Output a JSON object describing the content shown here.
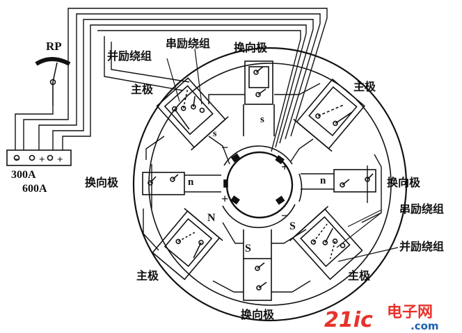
{
  "rheostat": {
    "label": "RP"
  },
  "meter": {
    "terminals": [
      "−",
      "+",
      "+"
    ],
    "range_low": "300A",
    "range_high": "600A"
  },
  "labels": {
    "main_pole": "主极",
    "commutating_pole": "换向极",
    "series_winding": "串励绕组",
    "shunt_winding": "并励绕组"
  },
  "polarity": {
    "N": "N",
    "S": "S",
    "n": "n",
    "s": "s"
  },
  "brush_signs": {
    "plus": "+",
    "minus": "−"
  },
  "watermark": {
    "digits": "21ic",
    "chinese": "电子网",
    "url": ".com",
    "color_red": "#e8322a",
    "color_blue": "#1b5fb0"
  }
}
